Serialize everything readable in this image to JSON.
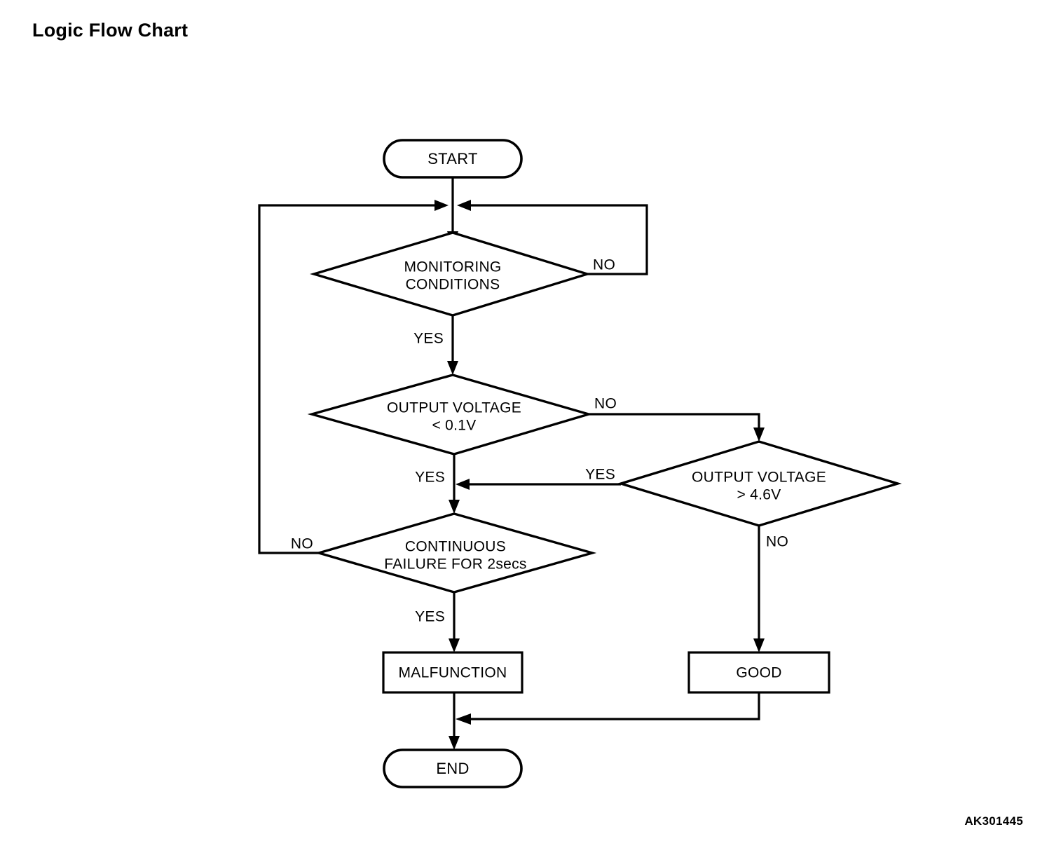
{
  "document": {
    "title": "Logic Flow Chart",
    "reference_code": "AK301445"
  },
  "chart_data": {
    "type": "diagram",
    "diagram_kind": "flowchart",
    "title": "Logic Flow Chart",
    "orientation": "top-to-bottom",
    "nodes": [
      {
        "id": "start",
        "shape": "terminator",
        "label": "START",
        "line1": "START",
        "line2": ""
      },
      {
        "id": "monitoring",
        "shape": "decision",
        "label": "MONITORING CONDITIONS",
        "line1": "MONITORING",
        "line2": "CONDITIONS"
      },
      {
        "id": "volt_low",
        "shape": "decision",
        "label": "OUTPUT VOLTAGE < 0.1V",
        "line1": "OUTPUT VOLTAGE",
        "line2": "< 0.1V"
      },
      {
        "id": "volt_high",
        "shape": "decision",
        "label": "OUTPUT VOLTAGE > 4.6V",
        "line1": "OUTPUT VOLTAGE",
        "line2": "> 4.6V"
      },
      {
        "id": "continuous",
        "shape": "decision",
        "label": "CONTINUOUS FAILURE FOR 2secs",
        "line1": "CONTINUOUS",
        "line2": "FAILURE FOR 2secs"
      },
      {
        "id": "malfunction",
        "shape": "process",
        "label": "MALFUNCTION",
        "line1": "MALFUNCTION",
        "line2": ""
      },
      {
        "id": "good",
        "shape": "process",
        "label": "GOOD",
        "line1": "GOOD",
        "line2": ""
      },
      {
        "id": "end",
        "shape": "terminator",
        "label": "END",
        "line1": "END",
        "line2": ""
      }
    ],
    "edges": [
      {
        "from": "start",
        "to": "monitoring",
        "label": ""
      },
      {
        "from": "monitoring",
        "to": "volt_low",
        "label": "YES"
      },
      {
        "from": "monitoring",
        "to": "monitoring",
        "label": "NO"
      },
      {
        "from": "volt_low",
        "to": "continuous",
        "label": "YES"
      },
      {
        "from": "volt_low",
        "to": "volt_high",
        "label": "NO"
      },
      {
        "from": "volt_high",
        "to": "continuous",
        "label": "YES"
      },
      {
        "from": "volt_high",
        "to": "good",
        "label": "NO"
      },
      {
        "from": "continuous",
        "to": "malfunction",
        "label": "YES"
      },
      {
        "from": "continuous",
        "to": "monitoring",
        "label": "NO"
      },
      {
        "from": "malfunction",
        "to": "end",
        "label": ""
      },
      {
        "from": "good",
        "to": "end",
        "label": ""
      }
    ],
    "edge_labels": {
      "monitoring_no": "NO",
      "monitoring_yes": "YES",
      "volt_low_no": "NO",
      "volt_low_yes": "YES",
      "volt_high_yes": "YES",
      "volt_high_no": "NO",
      "continuous_no": "NO",
      "continuous_yes": "YES"
    },
    "colors": {
      "background": "#ffffff",
      "stroke": "#000000",
      "text": "#000000",
      "fill": "#ffffff"
    }
  }
}
